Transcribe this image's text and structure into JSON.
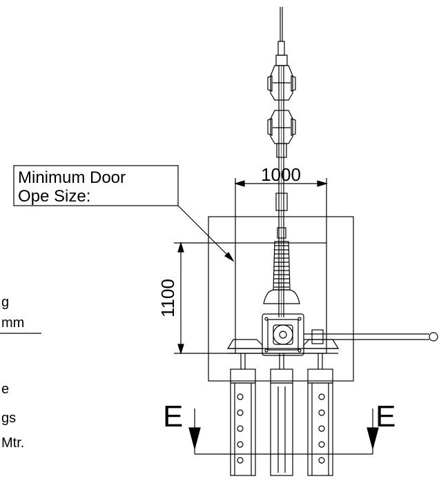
{
  "callout": {
    "line1": "Minimum Door",
    "line2": "Ope Size:"
  },
  "dimensions": {
    "width": "1000",
    "height": "1100"
  },
  "section_marks": {
    "left": "E",
    "right": "E"
  },
  "cut_off_notes": {
    "line1": "g",
    "line2": "mm",
    "line3": "e",
    "line4": "gs",
    "line5": "Mtr."
  },
  "colors": {
    "line": "#000000",
    "background": "#ffffff"
  }
}
